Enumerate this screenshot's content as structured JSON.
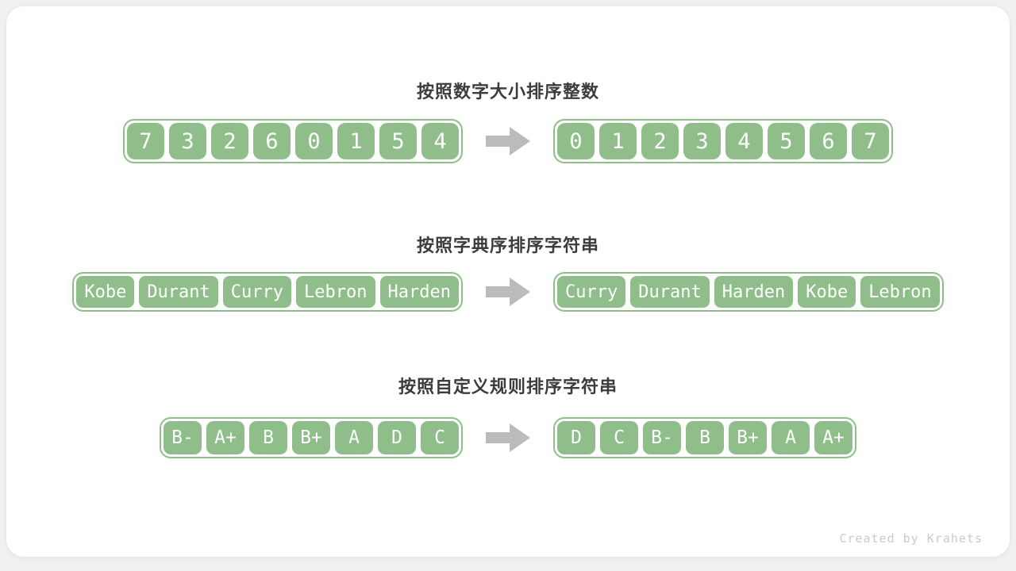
{
  "watermark": "Created by Krahets",
  "colors": {
    "green": "#8FBE8B",
    "cell_text": "#FFFFFF",
    "title": "#3C3C3C",
    "arrow": "#BBBBBB",
    "page_bg": "#F0F0F0",
    "card_bg": "#FFFFFF",
    "watermark": "#CBCBCB"
  },
  "sections": [
    {
      "title": "按照数字大小排序整数",
      "before": [
        "7",
        "3",
        "2",
        "6",
        "0",
        "1",
        "5",
        "4"
      ],
      "after": [
        "0",
        "1",
        "2",
        "3",
        "4",
        "5",
        "6",
        "7"
      ]
    },
    {
      "title": "按照字典序排序字符串",
      "before": [
        "Kobe",
        "Durant",
        "Curry",
        "Lebron",
        "Harden"
      ],
      "after": [
        "Curry",
        "Durant",
        "Harden",
        "Kobe",
        "Lebron"
      ]
    },
    {
      "title": "按照自定义规则排序字符串",
      "before": [
        "B-",
        "A+",
        "B",
        "B+",
        "A",
        "D",
        "C"
      ],
      "after": [
        "D",
        "C",
        "B-",
        "B",
        "B+",
        "A",
        "A+"
      ]
    }
  ]
}
